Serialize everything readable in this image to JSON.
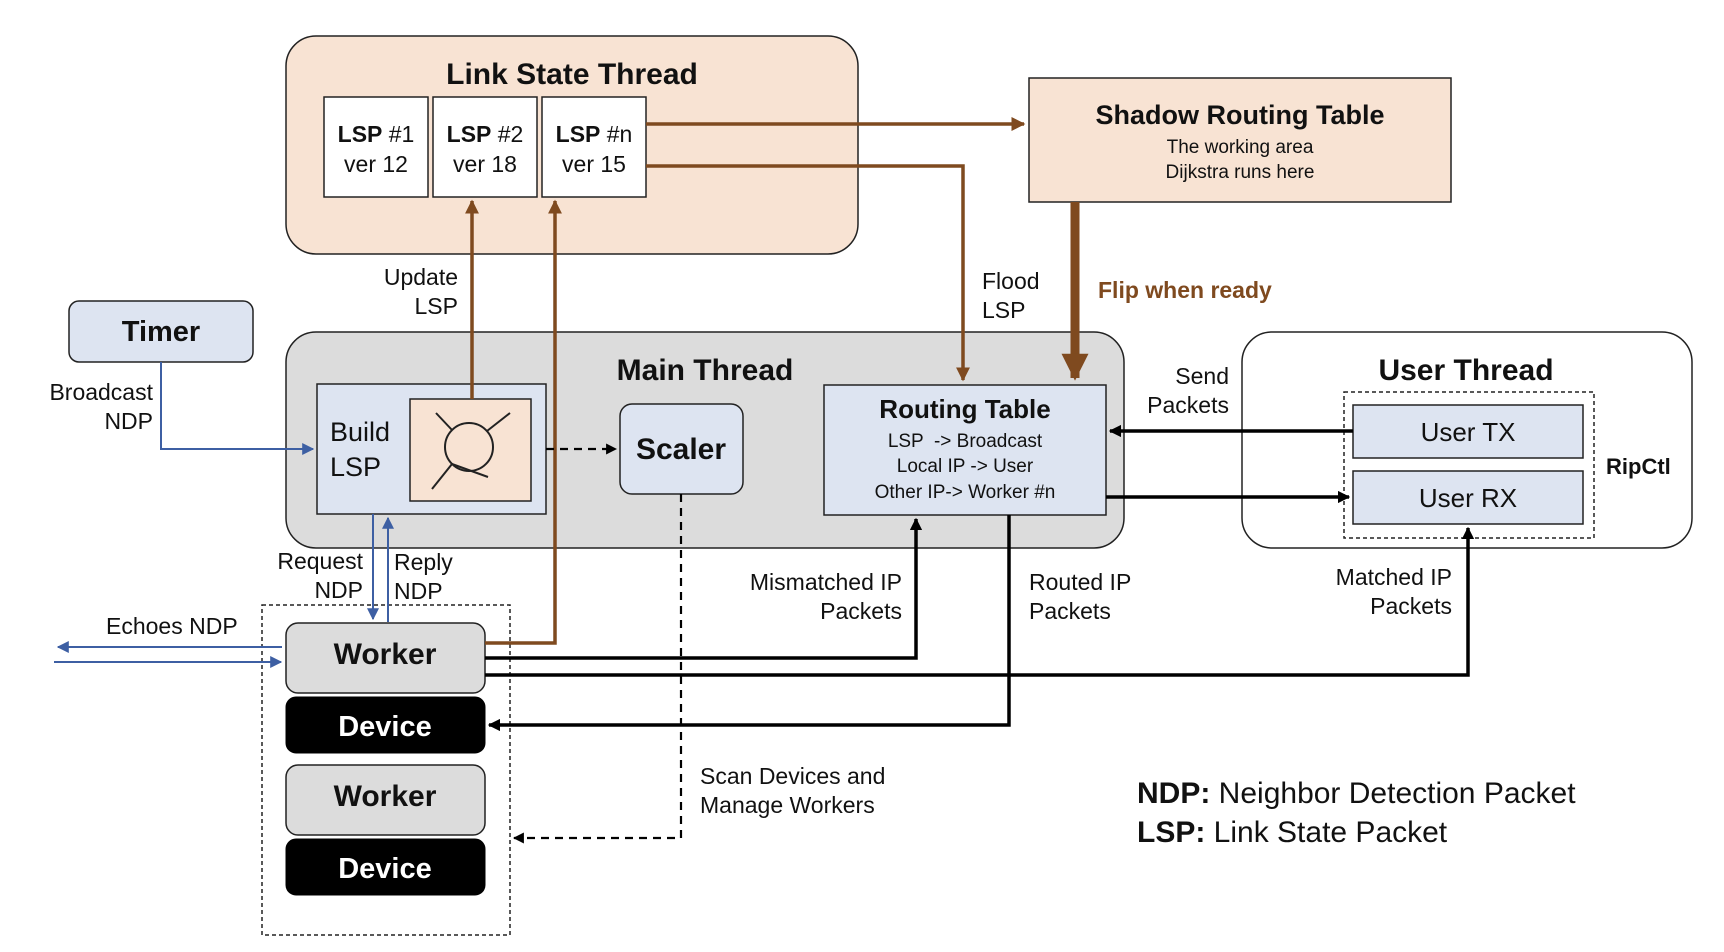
{
  "link_state_thread": {
    "title": "Link State Thread",
    "lsps": [
      {
        "bold": "LSP",
        "num": " #1",
        "ver": "ver 12"
      },
      {
        "bold": "LSP",
        "num": " #2",
        "ver": "ver 18"
      },
      {
        "bold": "LSP",
        "num": " #n",
        "ver": "ver 15"
      }
    ]
  },
  "shadow_routing_table": {
    "title": "Shadow Routing Table",
    "line1": "The working area",
    "line2": "Dijkstra runs here"
  },
  "flip_label": "Flip when ready",
  "timer": {
    "label": "Timer"
  },
  "main_thread": {
    "title": "Main Thread",
    "build_lsp": {
      "line1": "Build",
      "line2": "LSP"
    },
    "scaler": "Scaler",
    "routing_table": {
      "title": "Routing Table",
      "line1": "LSP  -> Broadcast",
      "line2": "Local IP -> User",
      "line3": "Other IP-> Worker #n"
    }
  },
  "user_thread": {
    "title": "User Thread",
    "user_tx": "User TX",
    "user_rx": "User RX",
    "ripctl": "RipCtl"
  },
  "workers": [
    {
      "worker": "Worker",
      "device": "Device"
    },
    {
      "worker": "Worker",
      "device": "Device"
    }
  ],
  "labels": {
    "update_lsp_1": "Update",
    "update_lsp_2": "LSP",
    "flood_lsp_1": "Flood",
    "flood_lsp_2": "LSP",
    "broadcast_ndp_1": "Broadcast",
    "broadcast_ndp_2": "NDP",
    "send_packets_1": "Send",
    "send_packets_2": "Packets",
    "request_ndp_1": "Request",
    "request_ndp_2": "NDP",
    "reply_ndp_1": "Reply",
    "reply_ndp_2": "NDP",
    "echoes_ndp": "Echoes NDP",
    "mismatched_1": "Mismatched IP",
    "mismatched_2": "Packets",
    "routed_1": "Routed IP",
    "routed_2": "Packets",
    "matched_1": "Matched IP",
    "matched_2": "Packets",
    "scan_1": "Scan Devices and",
    "scan_2": "Manage Workers"
  },
  "legend": {
    "ndp_abbr": "NDP:",
    "ndp_text": " Neighbor Detection Packet",
    "lsp_abbr": "LSP:",
    "lsp_text": " Link State Packet"
  },
  "colors": {
    "brown": "#7f4a1f",
    "peach": "#f8e3d3",
    "blue_box": "#dde4f1",
    "blue_line": "#3d5fa3",
    "gray_box": "#dcdcdc"
  }
}
